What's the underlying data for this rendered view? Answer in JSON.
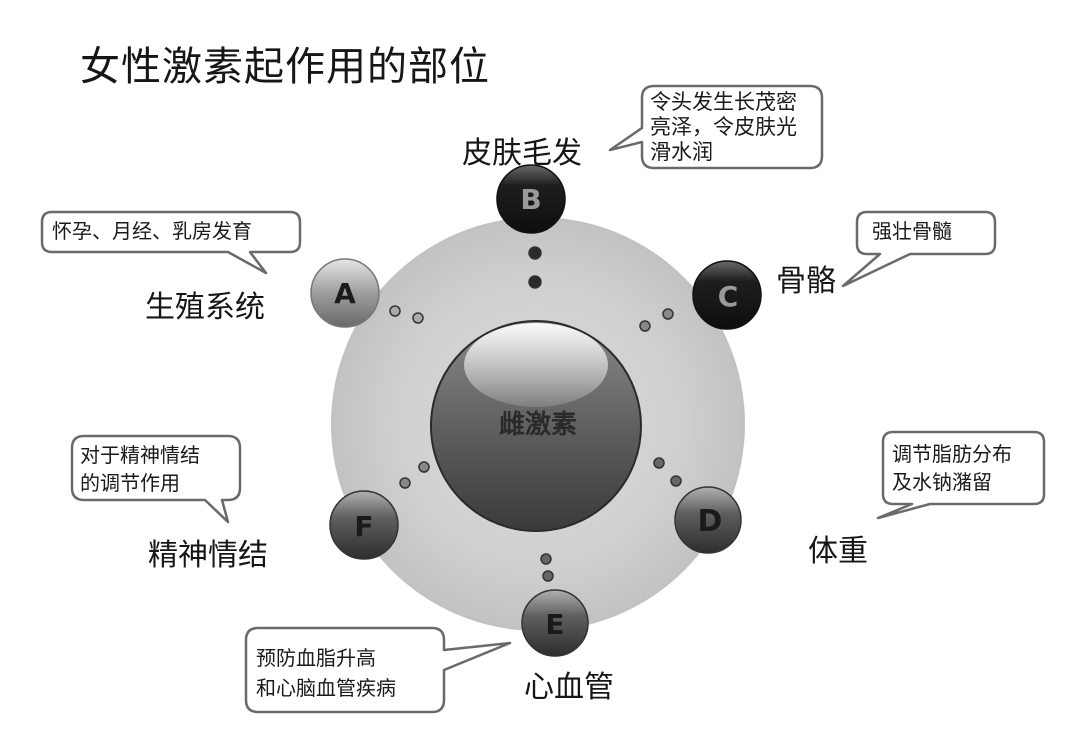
{
  "title": "女性激素起作用的部位",
  "center": {
    "label": "雌激素"
  },
  "nodes": [
    {
      "letter": "A",
      "name": "生殖系统",
      "note": [
        "怀孕、月经、乳房发育"
      ]
    },
    {
      "letter": "B",
      "name": "皮肤毛发",
      "note": [
        "令头发生长茂密",
        "亮泽，令皮肤光",
        "滑水润"
      ]
    },
    {
      "letter": "C",
      "name": "骨骼",
      "note": [
        "强壮骨髓"
      ]
    },
    {
      "letter": "D",
      "name": "体重",
      "note": [
        "调节脂肪分布",
        "及水钠潴留"
      ]
    },
    {
      "letter": "E",
      "name": "心血管",
      "note": [
        "预防血脂升高",
        "和心脑血管疾病"
      ]
    },
    {
      "letter": "F",
      "name": "精神情结",
      "note": [
        "对于精神情结",
        "的调节作用"
      ]
    }
  ]
}
